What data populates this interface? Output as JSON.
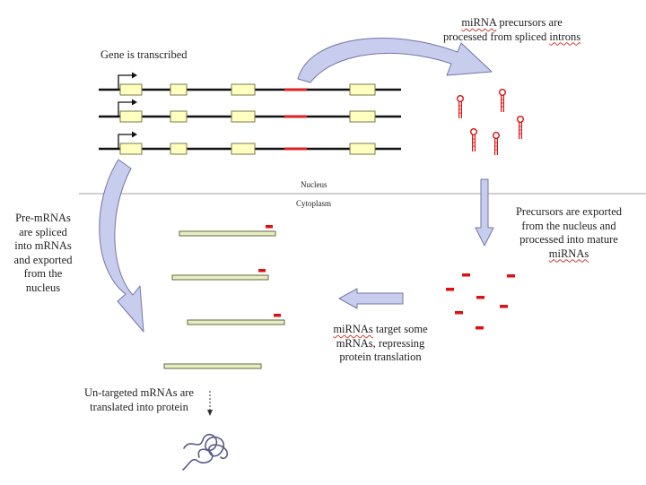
{
  "labels": {
    "gene_transcribed": "Gene is transcribed",
    "precursors_processed": {
      "word1": "miRNA",
      "rest1": " precursors are",
      "line2_prefix": "processed from spliced ",
      "word2": "introns"
    },
    "nucleus": "Nucleus",
    "cytoplasm": "Cytoplasm",
    "pre_mrnas": [
      "Pre-mRNAs",
      "are spliced",
      "into mRNAs",
      "and exported",
      "from the",
      "nucleus"
    ],
    "exported": {
      "line1": "Precursors are exported",
      "line2": "from the nucleus and",
      "line3": "processed into mature",
      "word": "miRNAs"
    },
    "target": {
      "word": "miRNAs",
      "rest1": " target some",
      "line2": "mRNAs, repressing",
      "line3": "protein translation"
    },
    "untargeted": [
      "Un-targeted mRNAs are",
      "translated into protein"
    ]
  },
  "colors": {
    "dna_line": "#111111",
    "exon_fill": "#ffffc0",
    "exon_stroke": "#7a7a4a",
    "intron_red": "#dd2222",
    "arrow_fill": "#c8cdee",
    "arrow_stroke": "#6f76a8",
    "mrna_fill": "#e9edc4",
    "mrna_stroke": "#5f6a3f",
    "mirna_red": "#dd1111",
    "divider": "#a0a0a0",
    "protein": "#5a5a8a"
  },
  "icons": {
    "promoter": "bent-arrow-icon",
    "hairpin": "pre-mirna-hairpin-icon",
    "protein": "protein-coil-icon"
  }
}
